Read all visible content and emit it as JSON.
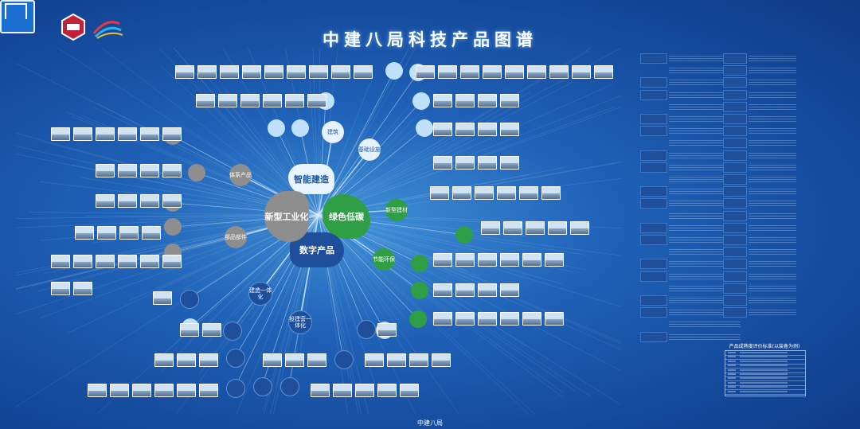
{
  "title": "中建八局科技产品图谱",
  "logos": {
    "company_logo_text": "中建八局"
  },
  "core": {
    "smart_build": "智能建造",
    "green": "绿色低碳",
    "digital": "数字产品",
    "industrial": "新型工业化"
  },
  "branches": {
    "jianzhu": "建筑",
    "jichu_sheshi": "基础设施",
    "xinxing_jiancai": "新型建材",
    "jieneng_huanbao": "节能环保",
    "tixi_chanpin": "体系产品",
    "bupin_bujian": "部品部件",
    "jianyun_yitihua": "建造一体化",
    "jiantou_yitihua": "投建营一体化"
  },
  "legend": {
    "title": "产品成熟度评价标准(以装备为例)"
  },
  "colors": {
    "background": "#1f62b8",
    "green": "#2f9e45",
    "navy": "#1f4f9a",
    "grey": "#8e8e8e",
    "light": "#e8f4ff"
  },
  "panel_boxes": [
    "",
    "",
    "",
    "",
    "",
    "",
    "",
    "",
    "",
    "",
    "",
    "",
    "",
    "",
    "",
    "",
    "",
    "",
    "",
    "",
    "",
    "",
    "",
    "",
    ""
  ]
}
